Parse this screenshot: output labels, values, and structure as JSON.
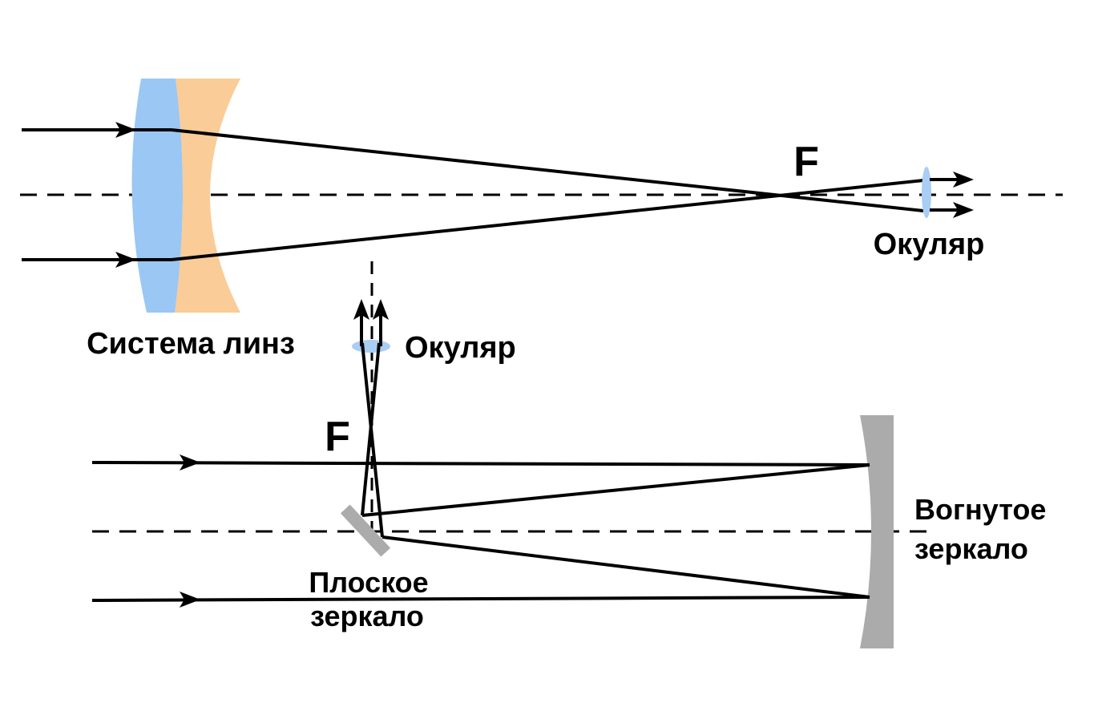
{
  "colors": {
    "background": "#ffffff",
    "ray": "#000000",
    "text": "#000000",
    "lens_blue": "#9AC7F3",
    "lens_orange": "#FACC97",
    "eyepiece_blue": "#A9CDF3",
    "mirror_gray": "#ABABAB"
  },
  "refractor": {
    "lens_system_label": "Система линз",
    "focus_label": "F",
    "eyepiece_label": "Окуляр"
  },
  "reflector": {
    "focus_label": "F",
    "eyepiece_label": "Окуляр",
    "flat_mirror_label_line1": "Плоское",
    "flat_mirror_label_line2": "зеркало",
    "concave_mirror_label_line1": "Вогнутое",
    "concave_mirror_label_line2": "зеркало"
  }
}
